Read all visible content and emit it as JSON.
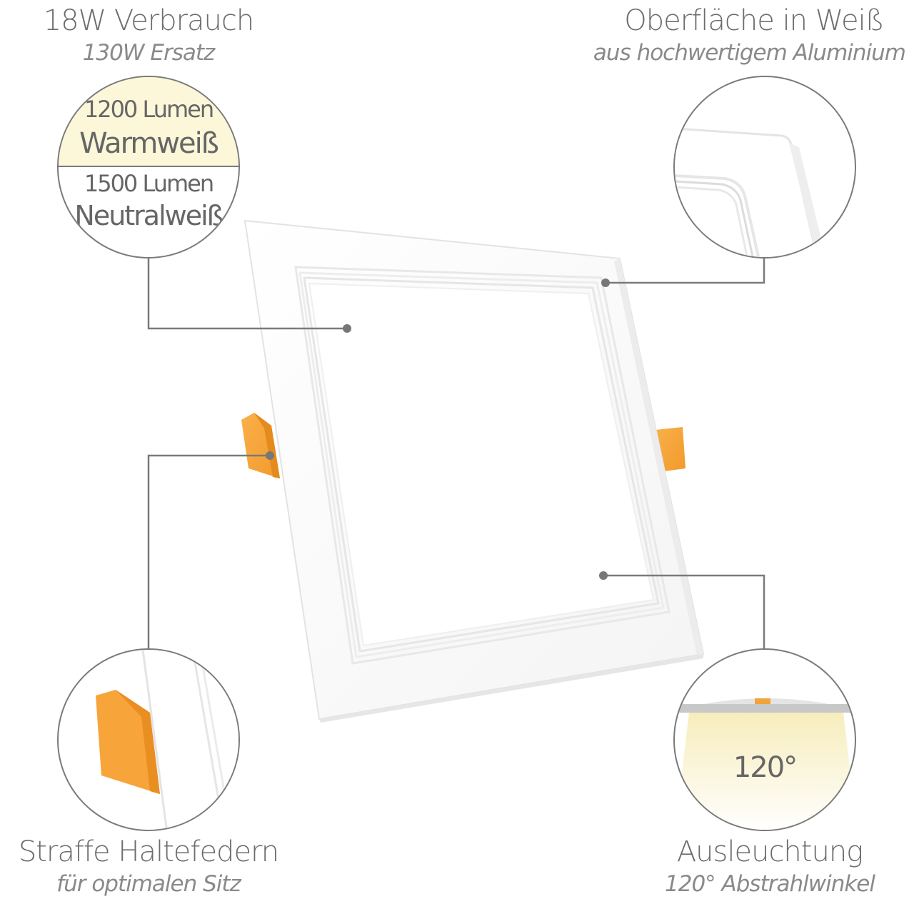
{
  "top_left": {
    "title": "18W Verbrauch",
    "subtitle": "130W Ersatz",
    "warm": {
      "lumen": "1200 Lumen",
      "label": "Warmweiß"
    },
    "neutral": {
      "lumen": "1500 Lumen",
      "label": "Neutralweiß"
    }
  },
  "top_right": {
    "title": "Oberfläche in Weiß",
    "subtitle": "aus hochwertigem Aluminium"
  },
  "bottom_left": {
    "title": "Straffe Haltefedern",
    "subtitle": "für optimalen Sitz"
  },
  "bottom_right": {
    "title": "Ausleuchtung",
    "subtitle": "120° Abstrahlwinkel",
    "angle": "120°"
  },
  "colors": {
    "warm_fill": "#fbf7d8",
    "spring_orange": "#f7a43a",
    "line_gray": "#7a7a7a"
  }
}
